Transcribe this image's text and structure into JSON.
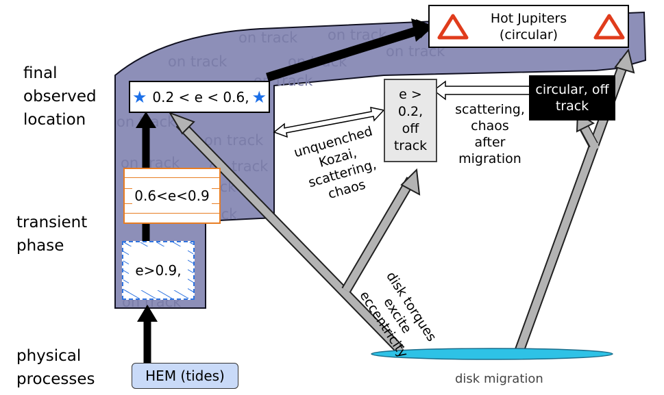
{
  "row_labels": {
    "final": [
      "final",
      "observed",
      "location"
    ],
    "transient": [
      "transient",
      "phase"
    ],
    "physical": [
      "physical",
      "processes"
    ]
  },
  "track_label": "on track",
  "boxes": {
    "hot_jupiters": [
      "Hot Jupiters",
      "(circular)"
    ],
    "mid_ecc": "0.2 < e < 0.6,",
    "high_ecc": "0.6<e<0.9",
    "very_high_ecc": "e>0.9,",
    "hem": "HEM (tides)",
    "off_track_ecc": [
      "e > 0.2,",
      "off",
      "track"
    ],
    "circular_off": [
      "circular, off",
      "track"
    ]
  },
  "annotations": {
    "unquenched": [
      "unquenched",
      "Kozai,",
      "scattering,",
      "chaos"
    ],
    "scattering_after": [
      "scattering,",
      "chaos",
      "after",
      "migration"
    ],
    "disk_torques": [
      "disk torques",
      "excite",
      "eccentricity"
    ],
    "disk_migration": "disk migration"
  },
  "colors": {
    "track_band": "#8d8fb8",
    "track_text": "#7b7da8",
    "orange": "#e87d22",
    "blue_hatch": "#2f74e0",
    "hem_fill": "#c9daf8",
    "disk_fill": "#2ec2e6",
    "red_triangle": "#e03c1c",
    "star_blue": "#1b6fe8",
    "gray_arrow": "#b3b3b3"
  },
  "icons": [
    "star-icon",
    "triangle-icon"
  ]
}
